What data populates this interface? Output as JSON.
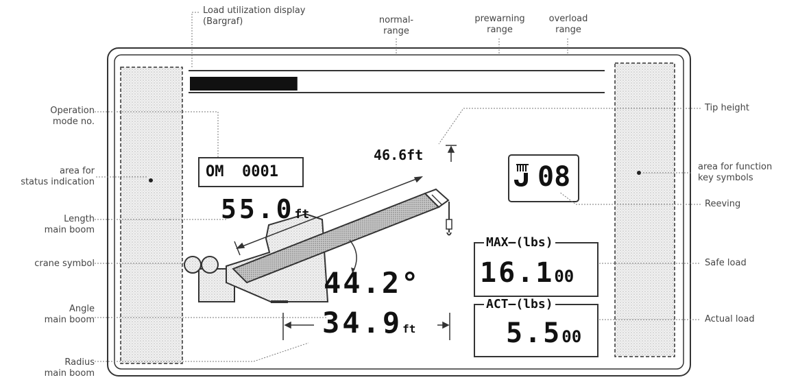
{
  "callouts": {
    "load_utilization": [
      "Load utilization display",
      "(Bargraf)"
    ],
    "normal_range": [
      "normal-",
      "range"
    ],
    "prewarning_range": [
      "prewarning",
      "range"
    ],
    "overload_range": [
      "overload",
      "range"
    ],
    "operation_mode": [
      "Operation",
      "mode no."
    ],
    "status_area": [
      "area for",
      "status indication"
    ],
    "length_main_boom": [
      "Length",
      "main boom"
    ],
    "crane_symbol": "crane symbol",
    "angle_main_boom": [
      "Angle",
      "main boom"
    ],
    "radius_main_boom": [
      "Radius",
      "main boom"
    ],
    "tip_height": "Tip height",
    "function_key_area": [
      "area for function",
      "key symbols"
    ],
    "reeving": "Reeving",
    "safe_load": "Safe load",
    "actual_load": "Actual load"
  },
  "display": {
    "operation_mode": "OM  0001",
    "tip_height": "46.6ft",
    "length_value": "55.0",
    "length_unit": "ft",
    "angle_value": "44.2°",
    "radius_value": "34.9",
    "radius_unit": "ft",
    "reeving_value": "08",
    "max_label": "MAX—(lbs)",
    "max_value_main": "16.1",
    "max_value_small": "00",
    "act_label": "ACT—(lbs)",
    "act_value_main": "5.5",
    "act_value_small": "00",
    "bargraph_fill": 0.26
  }
}
